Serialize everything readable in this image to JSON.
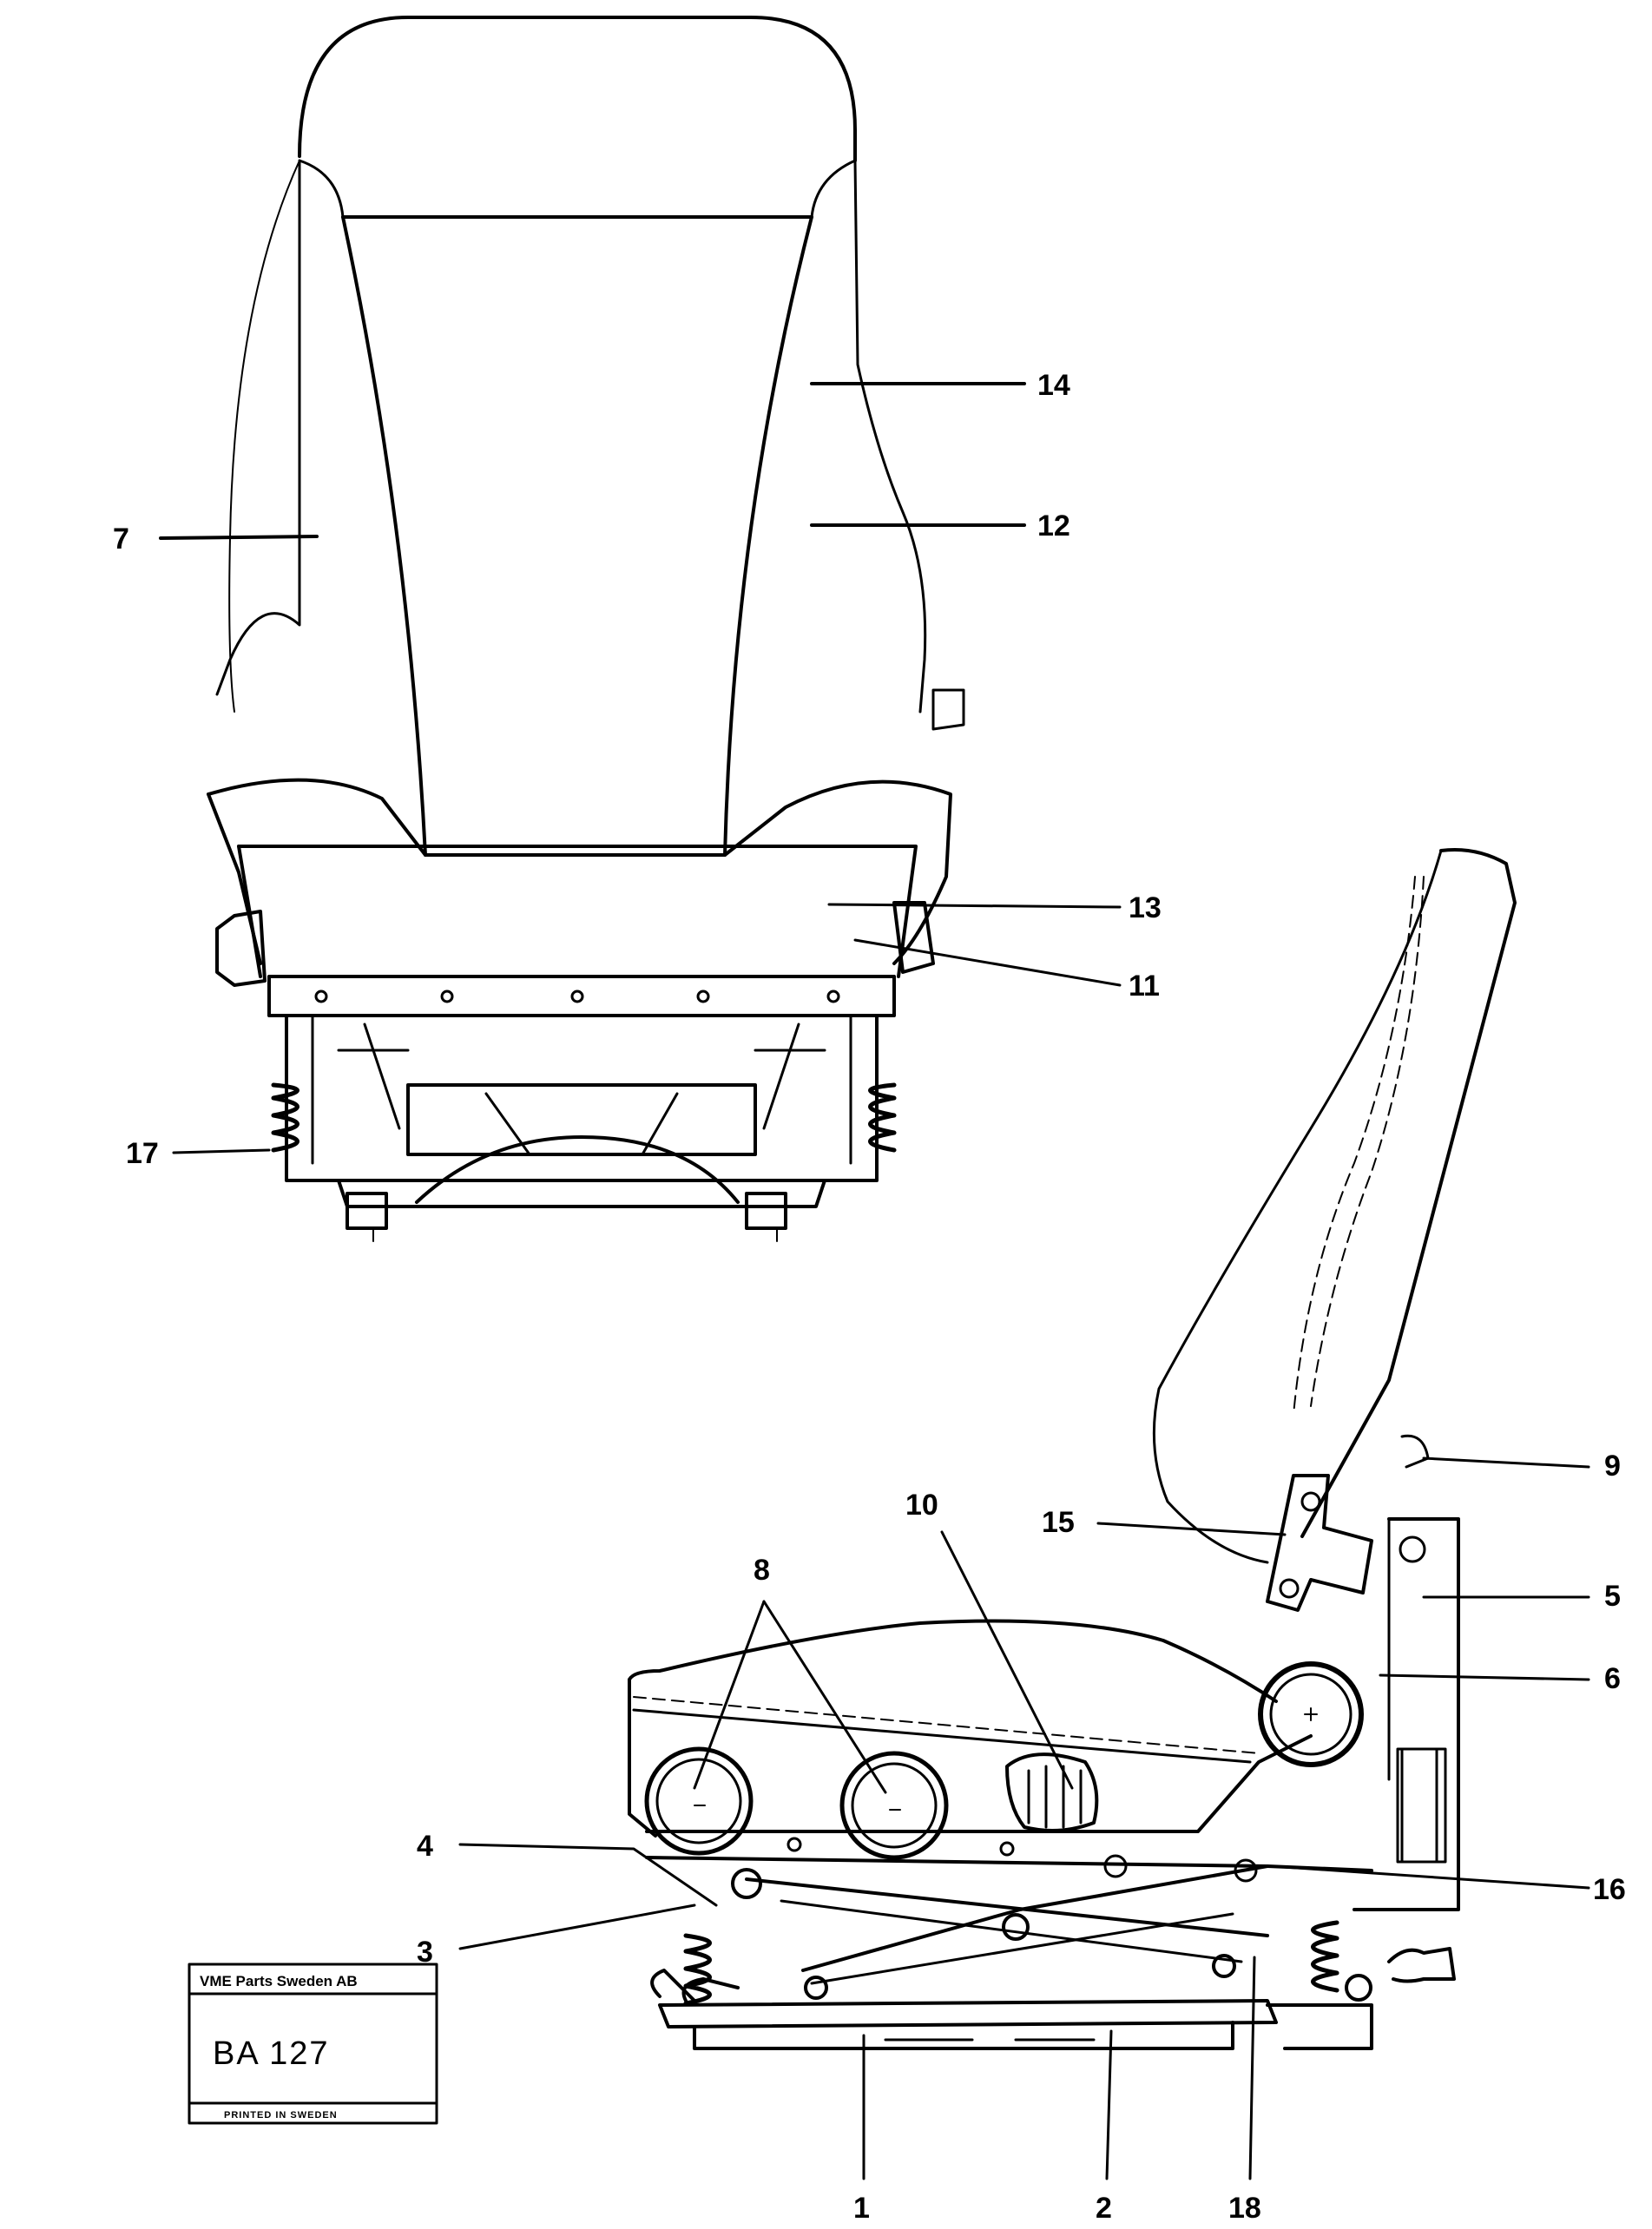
{
  "callouts": {
    "c1": "1",
    "c2": "2",
    "c3": "3",
    "c4": "4",
    "c5": "5",
    "c6": "6",
    "c7": "7",
    "c8": "8",
    "c9": "9",
    "c10": "10",
    "c11": "11",
    "c12": "12",
    "c13": "13",
    "c14": "14",
    "c15": "15",
    "c16": "16",
    "c17": "17",
    "c18": "18"
  },
  "stamp": {
    "company": "VME Parts Sweden AB",
    "code": "BA 127",
    "printed": "PRINTED IN SWEDEN"
  }
}
